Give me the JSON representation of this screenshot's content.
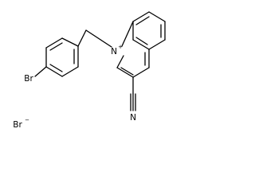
{
  "molecule": {
    "atoms": {
      "nitrogen_ring": {
        "symbol": "N",
        "charge": "+"
      },
      "nitrogen_nitrile": {
        "symbol": "N"
      },
      "bromine": {
        "symbol": "Br"
      }
    },
    "counterion": {
      "symbol": "Br",
      "charge": "−"
    }
  }
}
